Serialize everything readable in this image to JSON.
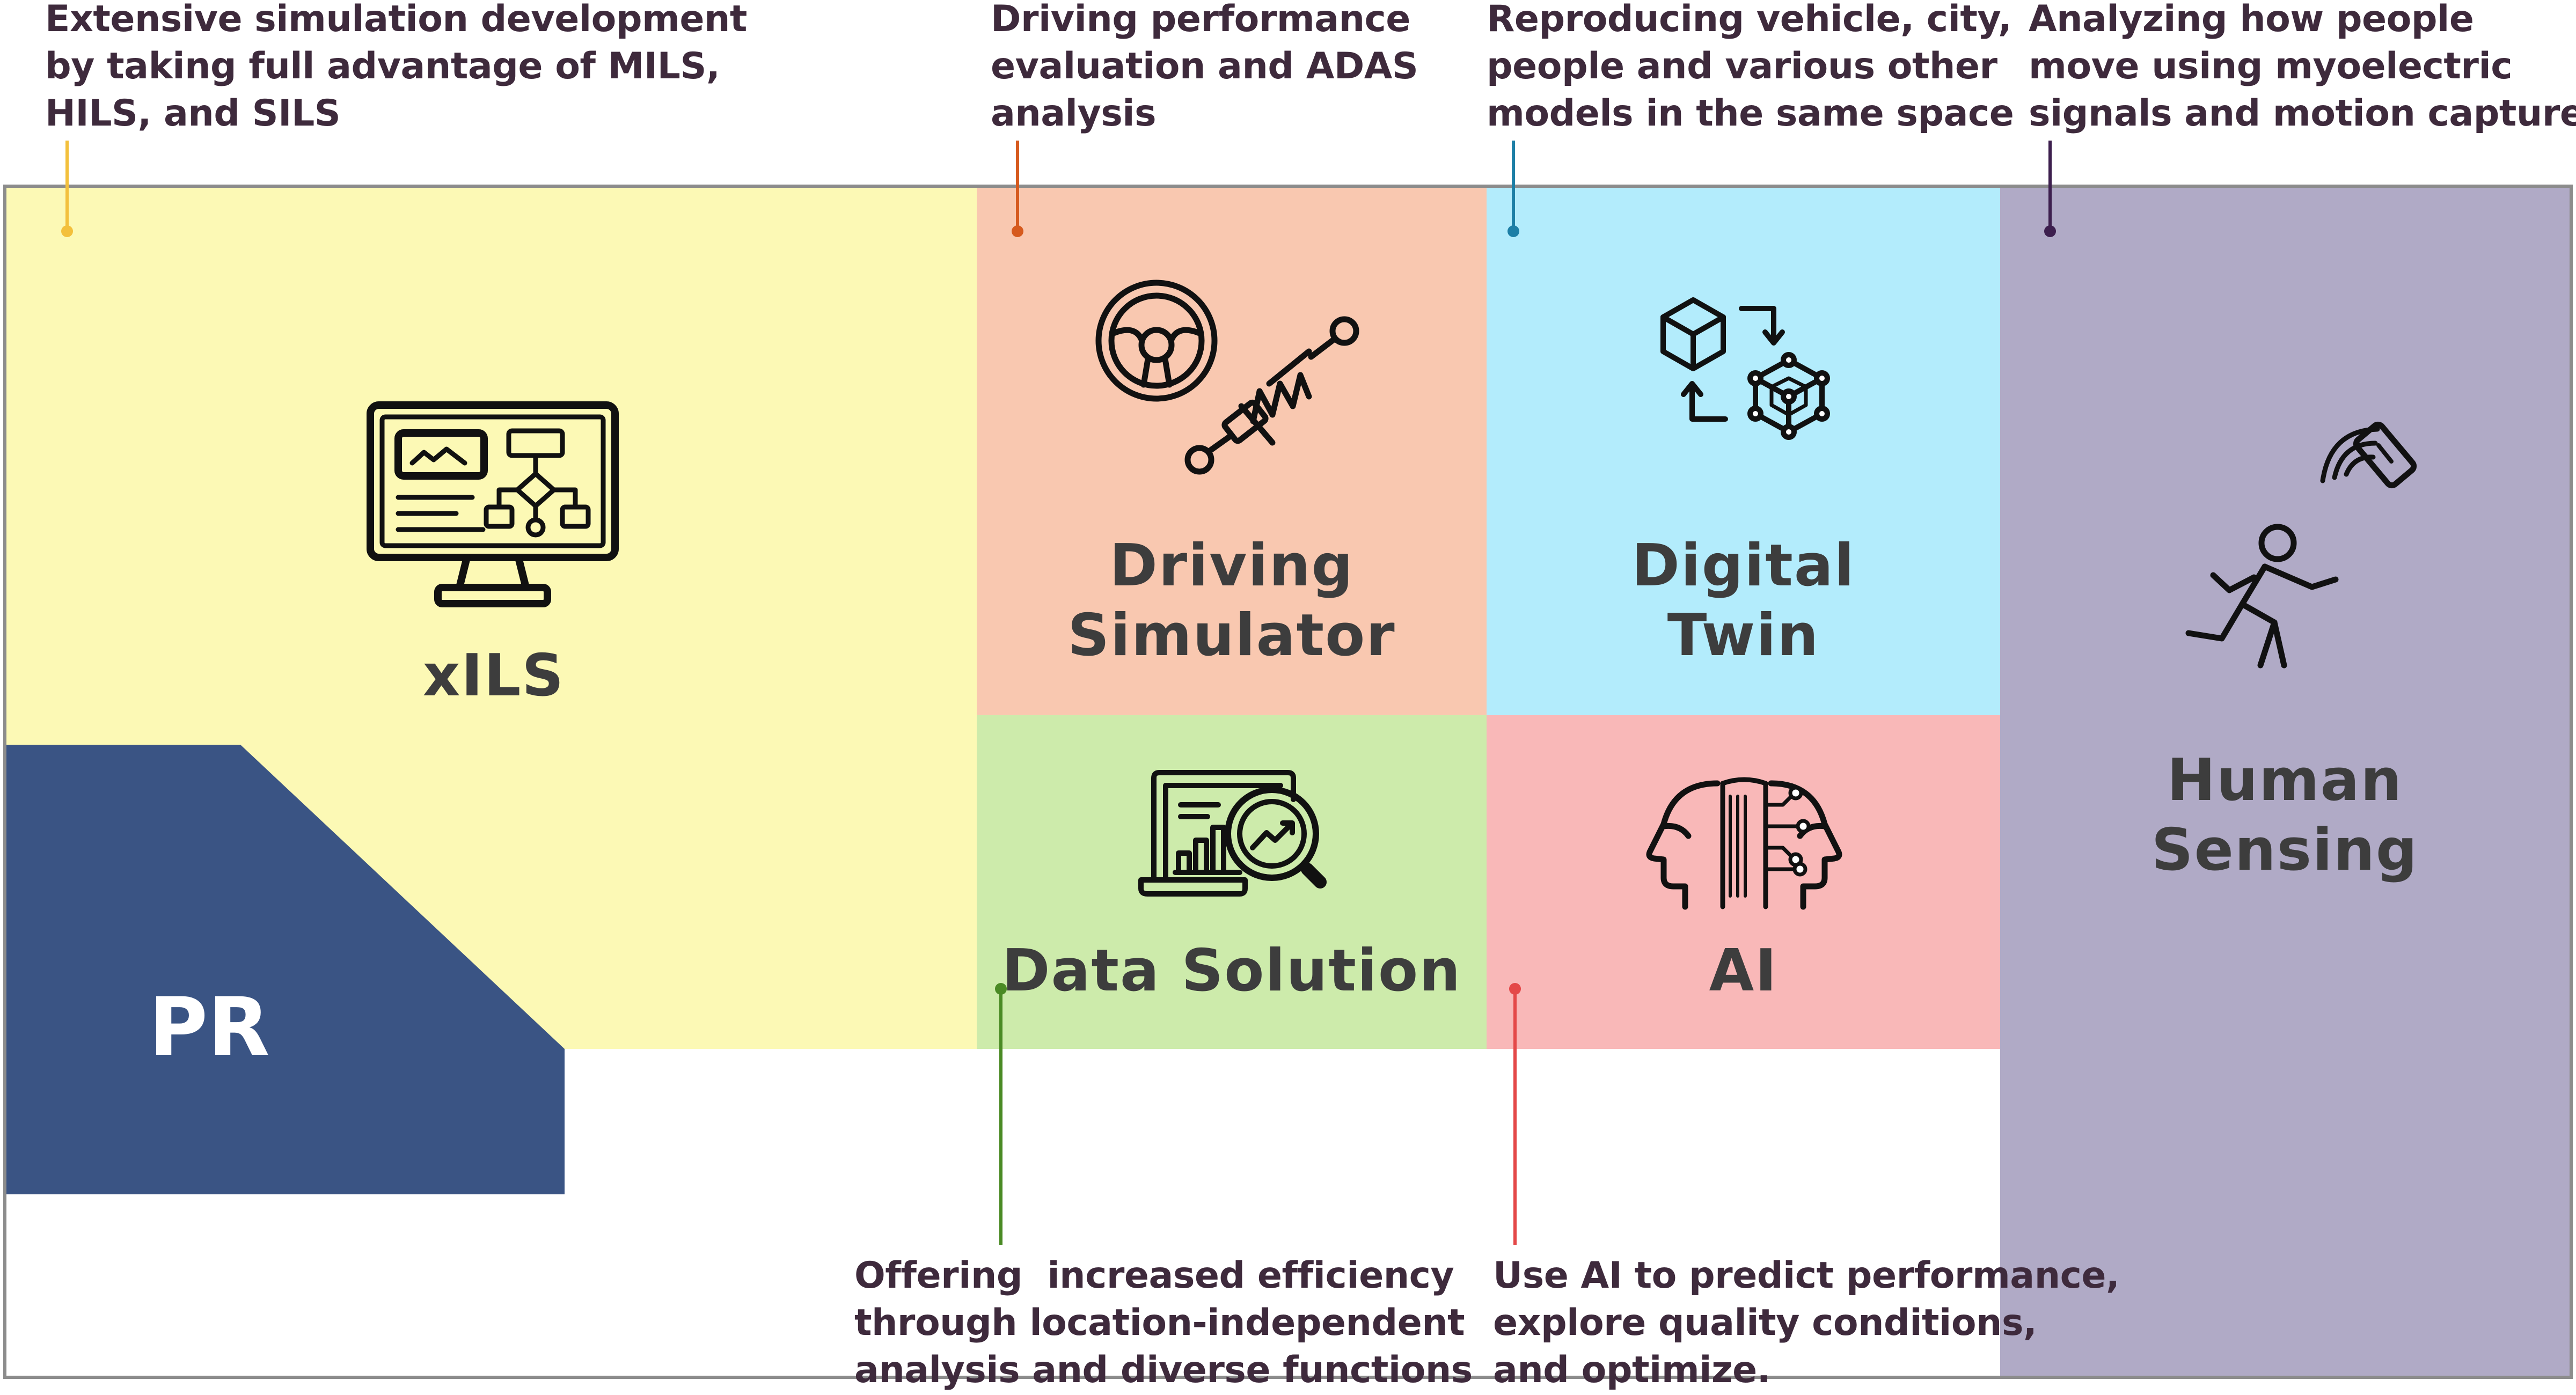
{
  "top_descriptions": {
    "xils": "Extensive simulation development\nby taking full advantage of MILS,\nHILS, and SILS",
    "driving": "Driving performance\nevaluation and ADAS\nanalysis",
    "twin": "Reproducing vehicle, city,\npeople and various other\nmodels in the same space",
    "human": "Analyzing how people\nmove using myoelectric\nsignals and motion capture"
  },
  "bottom_descriptions": {
    "data": "Offering  increased efficiency\nthrough location-independent\nanalysis and diverse functions",
    "ai": "Use AI to predict performance,\nexplore quality conditions,\nand optimize."
  },
  "tiles": {
    "xils": {
      "label": "xILS",
      "icon": "monitor-flowchart-icon",
      "color": "#fcf9b5"
    },
    "pr": {
      "label": "PR",
      "color": "#3a5484"
    },
    "driving": {
      "label": "Driving\nSimulator",
      "icon": "steering-wheel-suspension-icon",
      "color": "#f9c8b0"
    },
    "twin": {
      "label": "Digital\nTwin",
      "icon": "cube-sync-icon",
      "color": "#b3ecfc"
    },
    "data": {
      "label": "Data Solution",
      "icon": "data-analysis-laptop-icon",
      "color": "#cdebab"
    },
    "ai": {
      "label": "AI",
      "icon": "ai-head-icon",
      "color": "#f9b8b8"
    },
    "human": {
      "label": "Human\nSensing",
      "icon": "running-person-sensor-icon",
      "color": "#b0aac6"
    }
  },
  "leader_colors": {
    "xils": "#f3c03c",
    "driving": "#d65a1e",
    "twin": "#1d7fa6",
    "human": "#3d1f4e",
    "data": "#4a8a24",
    "ai": "#e44848"
  }
}
